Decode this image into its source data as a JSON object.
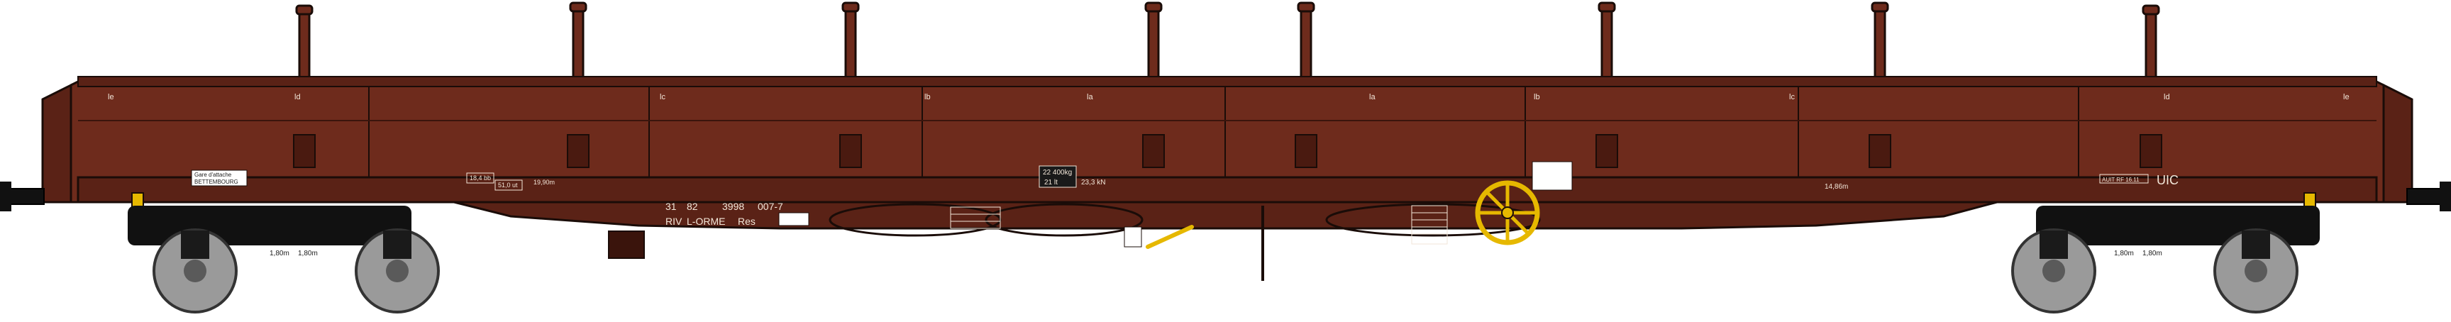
{
  "colors": {
    "body": "#6e2b1c",
    "body_dark": "#4a1a10",
    "body_light": "#8a3a26",
    "outline": "#1a0c08",
    "bogie": "#111111",
    "wheel": "#9a9a9a",
    "buffer_yellow": "#e6b800",
    "stencil": "#f2e6d8"
  },
  "panel_letters": [
    "le",
    "ld",
    "lc",
    "lb",
    "la",
    "la",
    "lb",
    "lc",
    "ld",
    "le"
  ],
  "markings": {
    "owner_box_line1": "Gare d'attache",
    "owner_box_line2": "BETTEMBOURG",
    "loading_limit_1": "18,4 bb",
    "loading_limit_2": "51,0 ut",
    "length_left": "19,90m",
    "number_line1_a": "31",
    "number_line1_b": "82",
    "number_line1_c": "3998",
    "number_line1_d": "007-7",
    "number_line2_a": "RIV",
    "number_line2_b": "L-ORME",
    "number_line2_c": "Res",
    "tare_top": "22 400kg",
    "tare_bottom": "21 lt",
    "force_value": "23,3 kN",
    "length_right": "14,86m",
    "revision_box": "AUIT RF 16.11",
    "uic_label": "UIC",
    "bogie_left_a": "1,80m",
    "bogie_left_b": "1,80m",
    "bogie_right_a": "1,80m",
    "bogie_right_b": "1,80m"
  }
}
